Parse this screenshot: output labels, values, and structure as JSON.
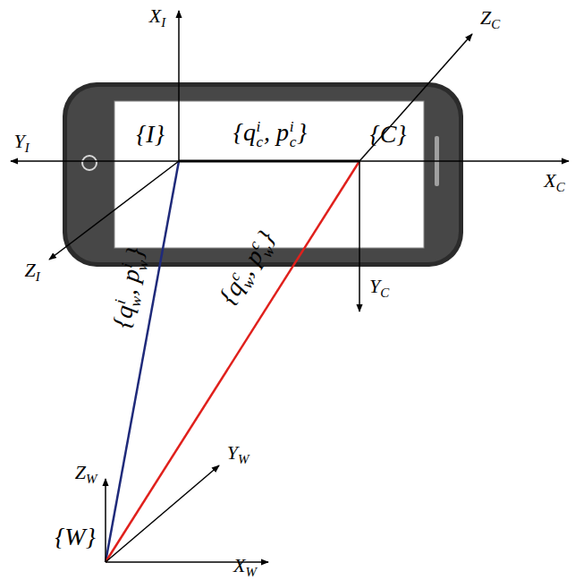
{
  "diagram": {
    "labels": [
      "XI",
      "YI",
      "ZI",
      "{I}",
      "{qic, pic}",
      "{C}",
      "ZC",
      "XC",
      "YC",
      "{qiw, piw}",
      "{qcw, pcw}",
      "ZW",
      "YW",
      "{W}",
      "XW"
    ]
  }
}
